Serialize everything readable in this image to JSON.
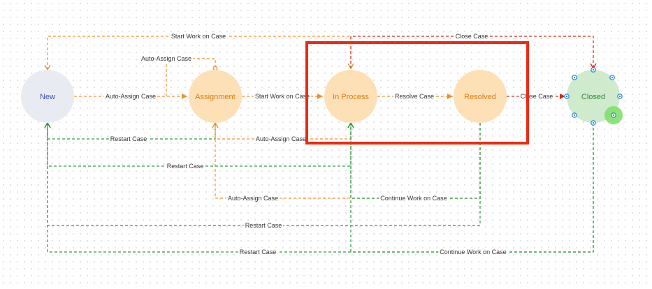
{
  "colors": {
    "new_fill": "#e8ebf1",
    "new_text": "#3b4fb0",
    "state_fill": "#fde0b6",
    "state_text": "#e07b10",
    "closed_fill": "#cfeacc",
    "closed_text": "#2f8a3c",
    "orange": "#f0912f",
    "green": "#2e9a44",
    "red": "#cc2a1e",
    "highlight": "#ee2a12",
    "handle": "#1d7fd6",
    "handle_active": "#7ee06a"
  },
  "nodes": [
    {
      "id": "new",
      "label": "New",
      "fill": "new_fill",
      "text": "new_text"
    },
    {
      "id": "assignment",
      "label": "Assignment",
      "fill": "state_fill",
      "text": "state_text"
    },
    {
      "id": "inprocess",
      "label": "In Process",
      "fill": "state_fill",
      "text": "state_text"
    },
    {
      "id": "resolved",
      "label": "Resolved",
      "fill": "state_fill",
      "text": "state_text"
    },
    {
      "id": "closed",
      "label": "Closed",
      "fill": "closed_fill",
      "text": "closed_text",
      "selected": true
    }
  ],
  "edges": [
    {
      "id": "new-assignment",
      "label": "Auto-Assign Case",
      "color": "orange"
    },
    {
      "id": "assignment-inprocess",
      "label": "Start Work on Case",
      "color": "orange"
    },
    {
      "id": "inprocess-resolved",
      "label": "Resolve Case",
      "color": "orange"
    },
    {
      "id": "resolved-closed",
      "label": "Close Case",
      "color": "red"
    },
    {
      "id": "new-inprocess",
      "label": "Start Work on Case",
      "color": "orange"
    },
    {
      "id": "assignment-self",
      "label": "Auto-Assign Case",
      "color": "orange"
    },
    {
      "id": "inprocess-closed",
      "label": "Close Case",
      "color": "red"
    },
    {
      "id": "assignment-new",
      "label": "Restart Case",
      "color": "green"
    },
    {
      "id": "inprocess-assignment",
      "label": "Auto-Assign Case",
      "color": "orange"
    },
    {
      "id": "inprocess-new",
      "label": "Restart Case",
      "color": "green"
    },
    {
      "id": "resolved-assignment",
      "label": "Auto-Assign Case",
      "color": "orange"
    },
    {
      "id": "resolved-inprocess",
      "label": "Continue Work on Case",
      "color": "green"
    },
    {
      "id": "resolved-new",
      "label": "Restart Case",
      "color": "green"
    },
    {
      "id": "closed-new",
      "label": "Restart Case",
      "color": "green"
    },
    {
      "id": "closed-inprocess",
      "label": "Continue Work on Case",
      "color": "green"
    }
  ]
}
